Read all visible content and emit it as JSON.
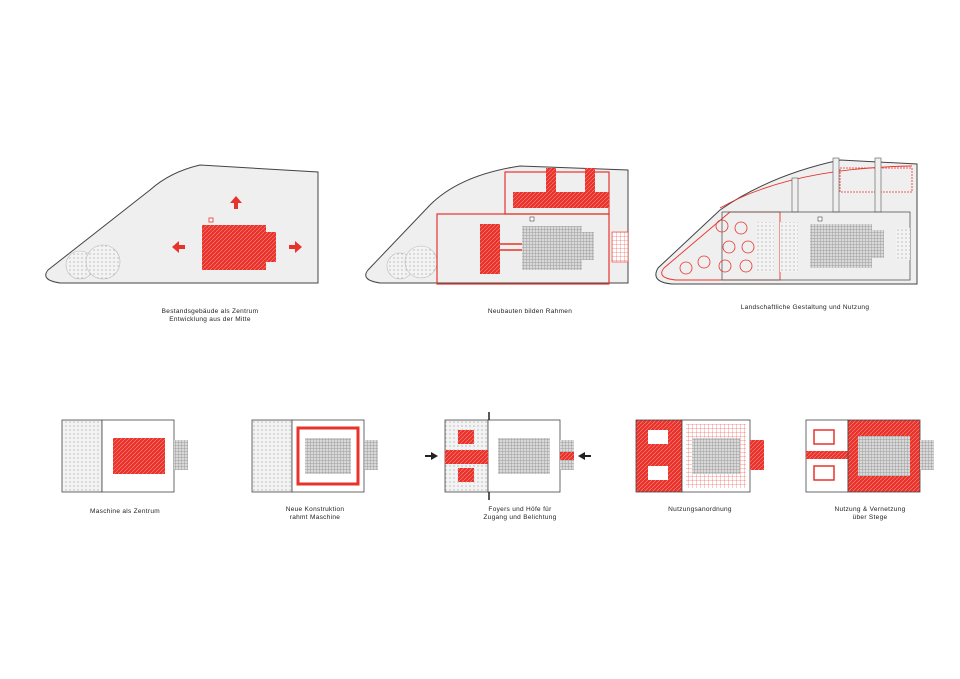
{
  "colors": {
    "accent_red": "#e8332c",
    "light_gray": "#efefef",
    "hatch_gray": "#b5b5b5",
    "outline": "#444444",
    "background": "#ffffff"
  },
  "top_row": {
    "diagram_1": {
      "caption_line1": "Bestandsgebäude als Zentrum",
      "caption_line2": "Entwicklung aus der Mitte"
    },
    "diagram_2": {
      "caption": "Neubauten bilden Rahmen"
    },
    "diagram_3": {
      "caption": "Landschaftliche Gestaltung und Nutzung"
    }
  },
  "bottom_row": {
    "diagram_4": {
      "caption": "Maschine als Zentrum"
    },
    "diagram_5": {
      "caption_line1": "Neue Konstruktion",
      "caption_line2": "rahmt Maschine"
    },
    "diagram_6": {
      "caption_line1": "Foyers und Höfe für",
      "caption_line2": "Zugang und Belichtung"
    },
    "diagram_7": {
      "caption": "Nutzungsanordnung"
    },
    "diagram_8": {
      "caption_line1": "Nutzung & Vernetzung",
      "caption_line2": "über Stege"
    }
  }
}
